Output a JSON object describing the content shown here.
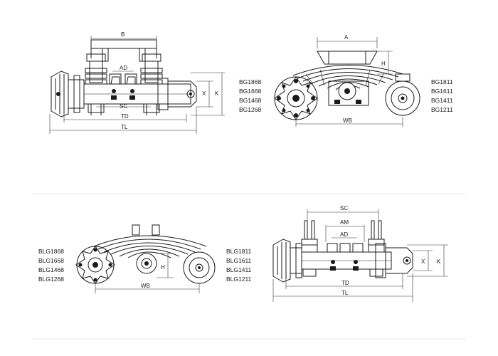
{
  "panels": {
    "top_left": {
      "models": [
        "BG1868",
        "BG1668",
        "BG1468",
        "BG1268"
      ],
      "dims": {
        "b": "B",
        "ad": "AD",
        "sc": "SC",
        "td": "TD",
        "tl": "TL",
        "x": "X",
        "k": "K"
      }
    },
    "top_right": {
      "models": [
        "BG1811",
        "BG1611",
        "BG1411",
        "BG1211"
      ],
      "dims": {
        "a": "A",
        "h": "H",
        "wb": "WB"
      }
    },
    "bottom_left": {
      "models_left": [
        "BLG1868",
        "BLG1668",
        "BLG1468",
        "BLG1268"
      ],
      "models_right": [
        "BLG1811",
        "BLG1611",
        "BLG1411",
        "BLG1211"
      ],
      "dims": {
        "h": "H",
        "wb": "WB"
      }
    },
    "bottom_right": {
      "dims": {
        "sc": "SC",
        "am": "AM",
        "ad": "AD",
        "td": "TD",
        "tl": "TL",
        "x": "X",
        "k": "K"
      }
    }
  }
}
